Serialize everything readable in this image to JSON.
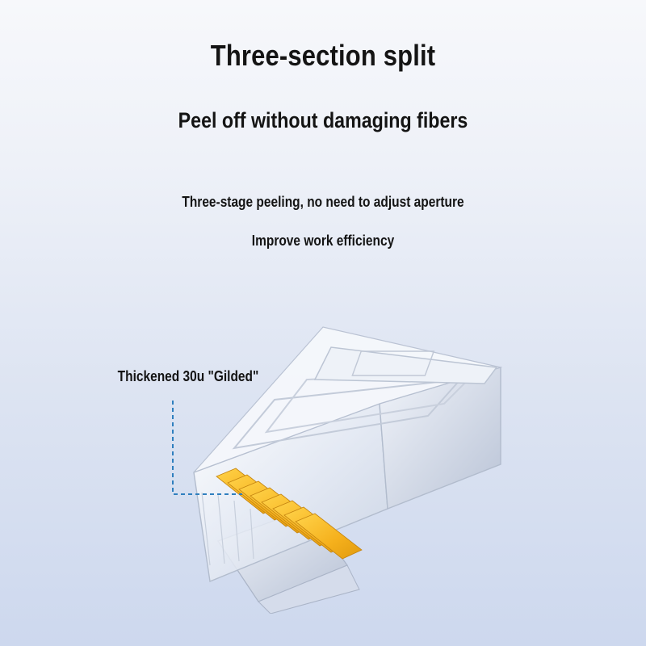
{
  "headline": {
    "title": "Three-section split",
    "subtitle": "Peel off without damaging fibers"
  },
  "features": {
    "line1": "Three-stage peeling, no need to adjust aperture",
    "line2": "Improve work efficiency"
  },
  "callout": {
    "label": "Thickened 30u \"Gilded\""
  },
  "colors": {
    "contacts": "#f5b01c",
    "callout_line": "#2f7fbf",
    "text": "#141414"
  },
  "icons": {
    "product": "rj45-connector-icon"
  }
}
